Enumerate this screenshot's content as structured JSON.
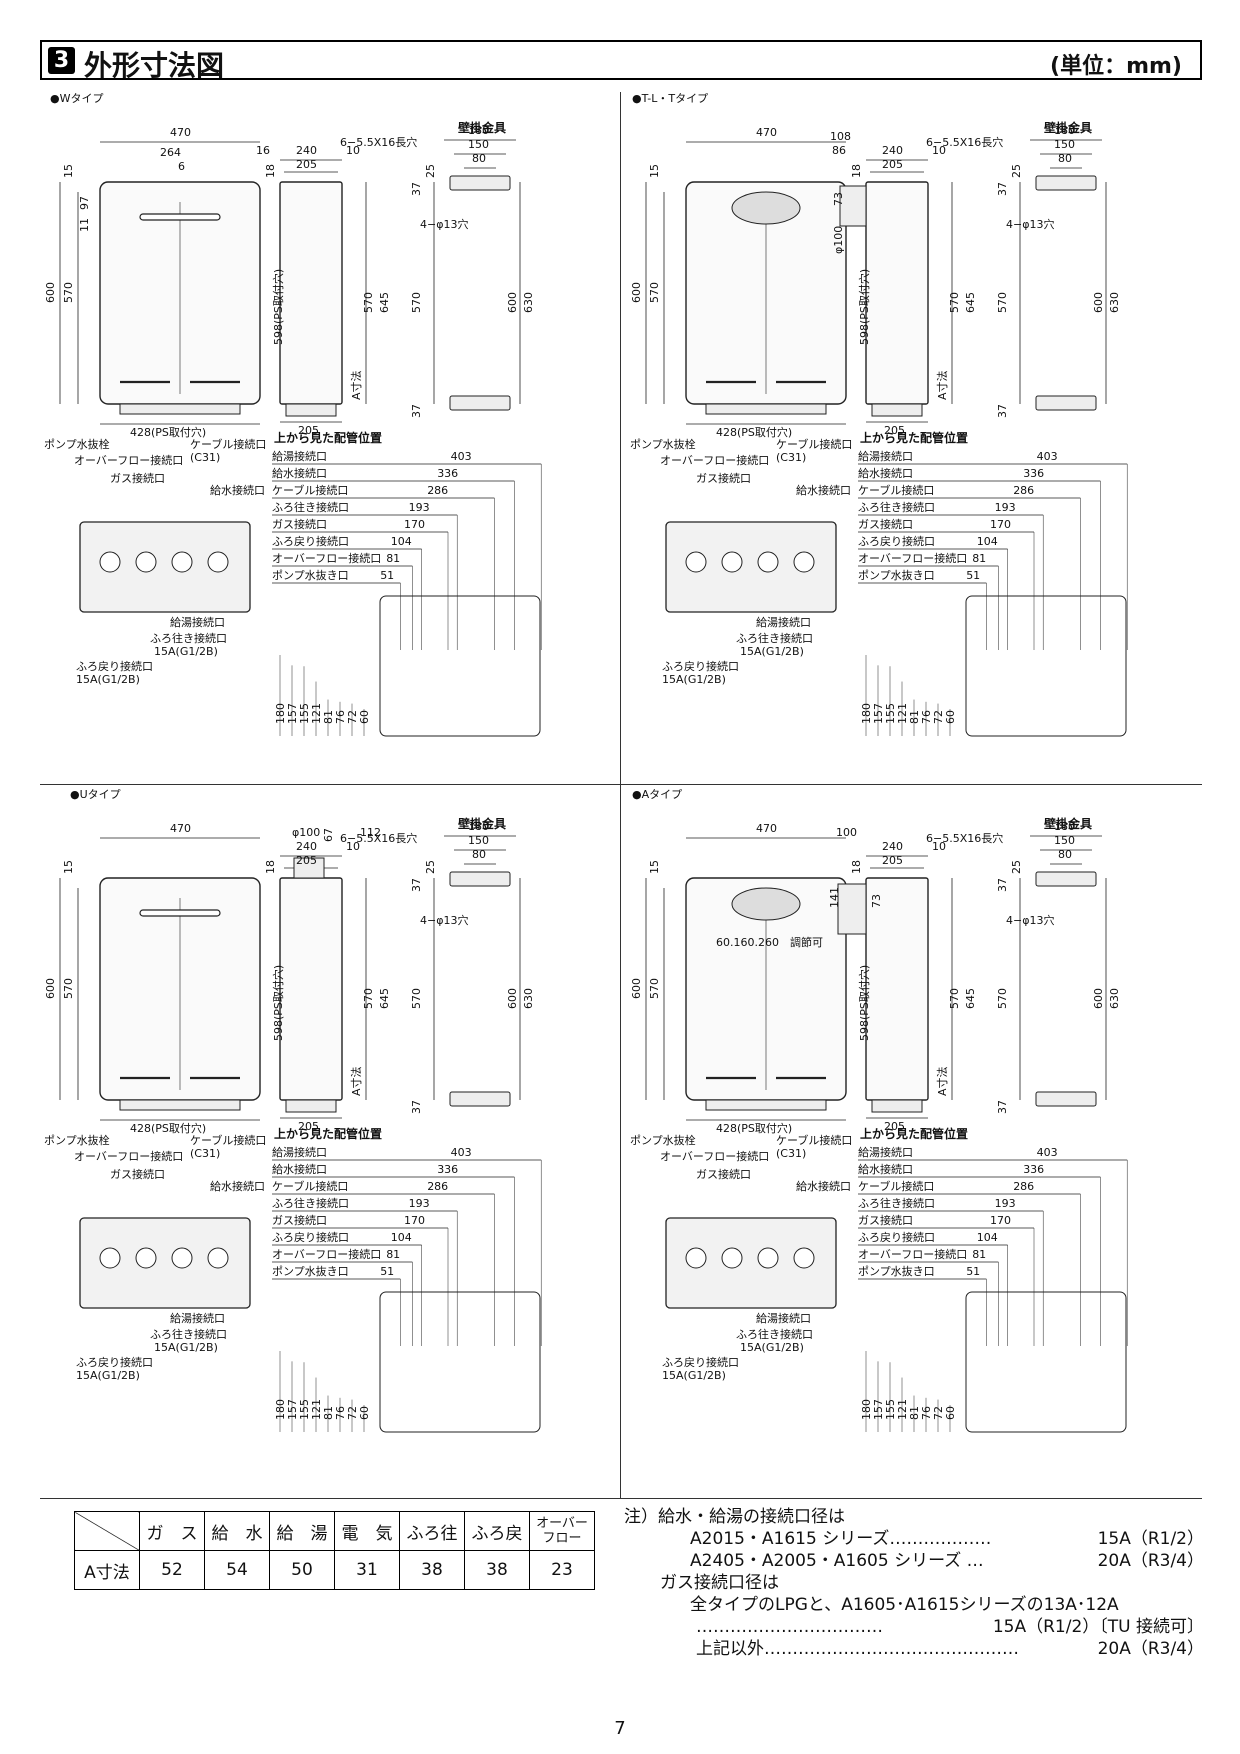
{
  "header": {
    "number": "3",
    "title": "外形寸法図",
    "unit": "(単位：mm)"
  },
  "common": {
    "front_w": "470",
    "h600": "600",
    "h570": "570",
    "ps598": "598(PS取付穴)",
    "ps428": "428(PS取付穴)",
    "d240": "240",
    "d205": "205",
    "d10": "10",
    "d645": "645",
    "d630": "630",
    "d37": "37",
    "d25": "25",
    "bracket": "壁掛金具",
    "slot": "6−5.5X16長穴",
    "b180": "180",
    "b150": "150",
    "b80": "80",
    "hole": "4−φ13穴",
    "a_dim": "A寸法",
    "d15": "15",
    "d18": "18",
    "pipe_title": "上から見た配管位置",
    "pipes": [
      {
        "label": "給湯接続口",
        "value": "403"
      },
      {
        "label": "給水接続口",
        "value": "336"
      },
      {
        "label": "ケーブル接続口",
        "value": "286"
      },
      {
        "label": "ふろ往き接続口",
        "value": "193"
      },
      {
        "label": "ガス接続口",
        "value": "170"
      },
      {
        "label": "ふろ戻り接続口",
        "value": "104"
      },
      {
        "label": "オーバーフロー接続口",
        "value": "81"
      },
      {
        "label": "ポンプ水抜き口",
        "value": "51"
      }
    ],
    "heights": [
      "180",
      "157",
      "155",
      "121",
      "81",
      "76",
      "72",
      "60"
    ],
    "pump_plug": "ポンプ水抜栓",
    "overflow": "オーバーフロー接続口",
    "gas_port": "ガス接続口",
    "cable": "ケーブル接続口",
    "c31": "(C31)",
    "water_in": "給水接続口",
    "hot_out": "給湯接続口",
    "bath_go": "ふろ往き接続口",
    "bath_ret": "ふろ戻り接続口",
    "g12": "15A(G1/2B)"
  },
  "panels": {
    "w": {
      "title": "●Wタイプ",
      "x264": "264",
      "x6": "6",
      "x16": "16",
      "y97": "97",
      "y11": "11"
    },
    "t": {
      "title": "●T-L・Tタイプ",
      "x108": "108",
      "x86": "86",
      "y73": "73",
      "phi": "φ100"
    },
    "u": {
      "title": "●Uタイプ",
      "phi": "φ100",
      "x112": "112",
      "y67": "67"
    },
    "a": {
      "title": "●Aタイプ",
      "x100": "100",
      "y73": "73",
      "y141": "141",
      "adj": "60.160.260　調節可"
    }
  },
  "table": {
    "headers": [
      "ガ　ス",
      "給　水",
      "給　湯",
      "電　気",
      "ふろ往",
      "ふろ戻",
      "オーバーフロー"
    ],
    "row_label": "A寸法",
    "values": [
      "52",
      "54",
      "50",
      "31",
      "38",
      "38",
      "23"
    ]
  },
  "notes": {
    "l1": "注）給水・給湯の接続口径は",
    "l2a": "A2015・A1615 シリーズ……………… ",
    "l2b": "15A（R1/2）",
    "l3a": "A2405・A2005・A1605 シリーズ … ",
    "l3b": "20A（R3/4）",
    "l4": "ガス接続口径は",
    "l5": "全タイプのLPGと、A1605･A1615シリーズの13A･12A",
    "l6a": "…………………………… ",
    "l6b": "15A（R1/2）〔TU 接続可〕",
    "l7a": "上記以外……………………………………… ",
    "l7b": "20A（R3/4）"
  },
  "page_number": "7"
}
